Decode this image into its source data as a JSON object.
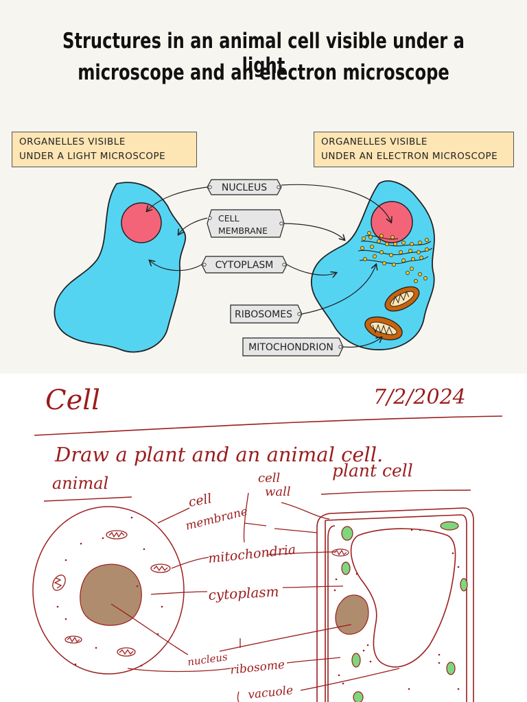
{
  "title": {
    "line1": "Structures in an animal cell visible under a light",
    "line2": "microscope and an electron microscope"
  },
  "boxes": {
    "light": {
      "line1": "ORGANELLES  VISIBLE",
      "line2": "UNDER  A  LIGHT  MICROSCOPE"
    },
    "electron": {
      "line1": "ORGANELLES  VISIBLE",
      "line2": "UNDER  AN  ELECTRON  MICROSCOPE"
    }
  },
  "tags": {
    "nucleus": "NUCLEUS",
    "cell_membrane_1": "CELL",
    "cell_membrane_2": "MEMBRANE",
    "cytoplasm": "CYTOPLASM",
    "ribosomes": "RIBOSOMES",
    "mitochondrion": "MITOCHONDRION"
  },
  "colors": {
    "cell_fill": "#55d4f2",
    "cell_stroke": "#222222",
    "nucleus_fill": "#f46478",
    "tag_fill": "#e6e6e6",
    "box_fill": "#fde5b4",
    "mito_fill": "#c8640e",
    "ribosome_fill": "#f0c020",
    "ink": "#9b1c1c",
    "chloroplast": "#7ed67e",
    "notebook_nucleus": "#b08c6e"
  },
  "notes": {
    "heading": "Cell",
    "date": "7/2/2024",
    "instruction": "Draw a plant and an animal cell.",
    "animal_label": "animal",
    "plant_label": "plant cell",
    "labels": {
      "cell_wall_1": "cell",
      "cell_wall_2": "wall",
      "cell_membrane_1": "cell",
      "cell_membrane_2": "membrane",
      "mitochondria": "mitochondria",
      "cytoplasm": "cytoplasm",
      "nucleus": "nucleus",
      "ribosome": "ribosome",
      "vacuole": "vacuole"
    }
  }
}
